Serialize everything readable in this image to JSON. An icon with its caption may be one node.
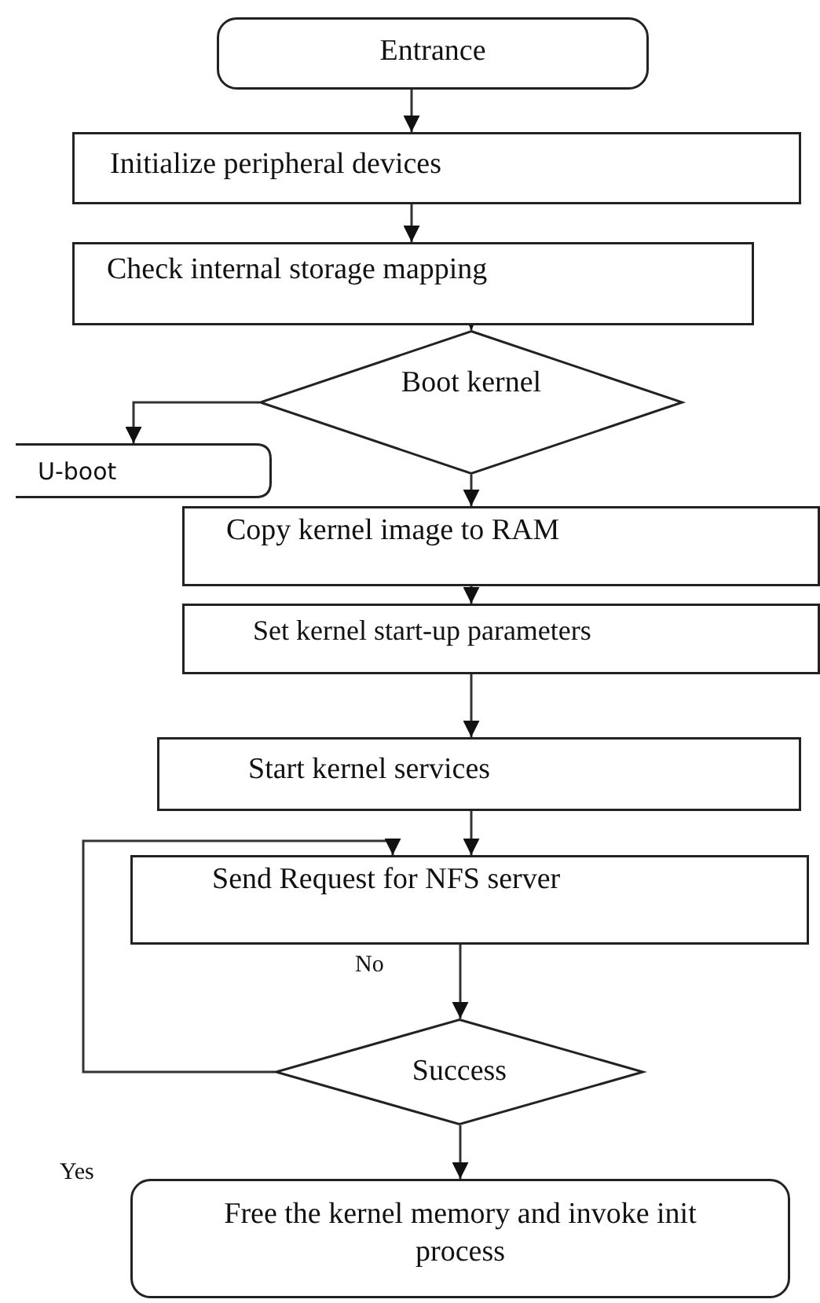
{
  "diagram": {
    "nodes": [
      {
        "text": [
          "Entrance"
        ]
      },
      {
        "text": [
          "Initialize peripheral devices"
        ]
      },
      {
        "text": [
          "Check internal storage mapping"
        ]
      },
      {
        "text": [
          "Boot kernel"
        ]
      },
      {
        "text": [
          "U-boot"
        ]
      },
      {
        "text": [
          "Copy kernel image to RAM"
        ]
      },
      {
        "text": [
          "Set kernel start-up parameters"
        ]
      },
      {
        "text": [
          "Start kernel services"
        ]
      },
      {
        "text": [
          "Send Request for NFS server"
        ]
      },
      {
        "text": [
          "Success"
        ]
      },
      {
        "text": [
          "Free the kernel memory and invoke init process"
        ]
      }
    ],
    "edges": [
      {
        "from": 0,
        "to": 1,
        "arrow": "to"
      },
      {
        "from": 1,
        "to": 2,
        "arrow": "to"
      },
      {
        "from": 2,
        "to": 3,
        "arrow": "to"
      },
      {
        "from": 3,
        "to": 4,
        "arrow": "to"
      },
      {
        "from": 3,
        "to": 5,
        "arrow": "to"
      },
      {
        "from": 5,
        "to": 6,
        "arrow": "to"
      },
      {
        "from": 6,
        "to": 7,
        "arrow": "to"
      },
      {
        "from": 7,
        "to": 8,
        "arrow": "to"
      },
      {
        "from": 9,
        "to": 8,
        "arrow": "to"
      },
      {
        "from": 8,
        "to": 9,
        "arrow": "to"
      },
      {
        "from": 9,
        "to": 10,
        "arrow": "to"
      }
    ],
    "labels": [
      "No",
      "Yes"
    ]
  }
}
